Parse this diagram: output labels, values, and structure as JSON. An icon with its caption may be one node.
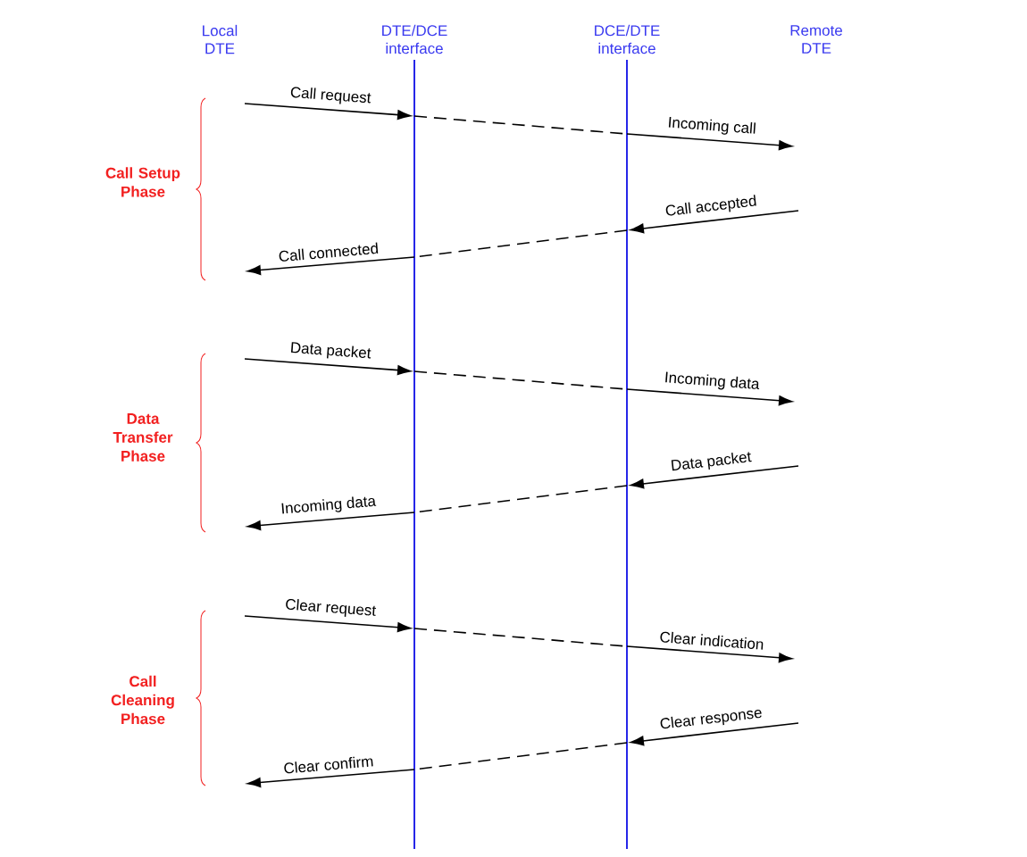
{
  "diagram": {
    "nodes": [
      {
        "text": [],
        "shape": "bar"
      },
      {
        "text": [],
        "shape": "bar"
      }
    ],
    "edges": [
      {
        "from": null,
        "to": 0,
        "arrow": "to",
        "label": "Call request"
      },
      {
        "from": 0,
        "to": 1,
        "arrow": "none",
        "style": "dashed"
      },
      {
        "from": 1,
        "to": null,
        "arrow": "to",
        "label": "Incoming call"
      },
      {
        "from": null,
        "to": 1,
        "arrow": "to",
        "label": "Call accepted"
      },
      {
        "from": 1,
        "to": 0,
        "arrow": "none",
        "style": "dashed"
      },
      {
        "from": 0,
        "to": null,
        "arrow": "to",
        "label": "Call connected"
      },
      {
        "from": null,
        "to": 0,
        "arrow": "to",
        "label": "Data packet"
      },
      {
        "from": 0,
        "to": 1,
        "arrow": "none",
        "style": "dashed"
      },
      {
        "from": 1,
        "to": null,
        "arrow": "to",
        "label": "Incoming data"
      },
      {
        "from": null,
        "to": 1,
        "arrow": "to",
        "label": "Data packet"
      },
      {
        "from": 1,
        "to": 0,
        "arrow": "none",
        "style": "dashed"
      },
      {
        "from": 0,
        "to": null,
        "arrow": "to",
        "label": "Incoming data"
      },
      {
        "from": null,
        "to": 0,
        "arrow": "to",
        "label": "Clear request"
      },
      {
        "from": 0,
        "to": 1,
        "arrow": "none",
        "style": "dashed"
      },
      {
        "from": 1,
        "to": null,
        "arrow": "to",
        "label": "Clear indication"
      },
      {
        "from": null,
        "to": 1,
        "arrow": "to",
        "label": "Clear response"
      },
      {
        "from": 1,
        "to": 0,
        "arrow": "none",
        "style": "dashed"
      },
      {
        "from": 0,
        "to": null,
        "arrow": "to",
        "label": "Clear confirm"
      }
    ],
    "labels": [
      "Local DTE",
      "DTE/DCE interface",
      "DCE/DTE interface",
      "Remote DTE",
      "Call Setup Phase",
      "Data Transfer Phase",
      "Call Cleaning Phase"
    ]
  }
}
